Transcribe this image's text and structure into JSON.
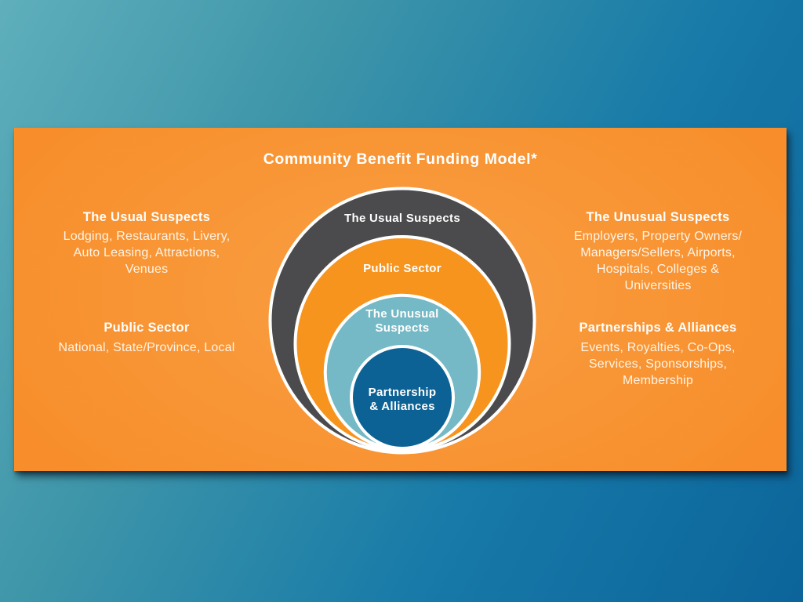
{
  "slide": {
    "title": "Community Benefit Funding Model*"
  },
  "diagram": {
    "rings": [
      {
        "label": "The Usual Suspects",
        "color": "#4b4b4d"
      },
      {
        "label": "Public Sector",
        "color": "#f7941e"
      },
      {
        "label": "The Unusual\nSuspects",
        "color": "#74b9c5"
      },
      {
        "label": "Partnership\n& Alliances",
        "color": "#0d6295"
      }
    ]
  },
  "columns": {
    "left": [
      {
        "heading": "The Usual Suspects",
        "lines": [
          "Lodging, Restaurants, Livery,",
          "Auto Leasing, Attractions,",
          "Venues"
        ]
      },
      {
        "heading": "Public Sector",
        "lines": [
          "National, State/Province, Local"
        ]
      }
    ],
    "right": [
      {
        "heading": "The Unusual Suspects",
        "lines": [
          "Employers, Property Owners/",
          "Managers/Sellers, Airports,",
          "Hospitals, Colleges &",
          "Universities"
        ]
      },
      {
        "heading": "Partnerships & Alliances",
        "lines": [
          "Events, Royalties, Co-Ops,",
          "Services, Sponsorships,",
          "Membership"
        ]
      }
    ]
  },
  "colors": {
    "background_top_left": "#5fafbc",
    "background_bottom_right": "#0c649a",
    "panel_orange": "#f78e2b",
    "panel_orange_light": "#f99f43",
    "ring_dark": "#4b4b4d",
    "ring_orange": "#f7941e",
    "ring_teal": "#74b9c5",
    "ring_navy": "#0d6295",
    "text_white": "#ffffff"
  }
}
